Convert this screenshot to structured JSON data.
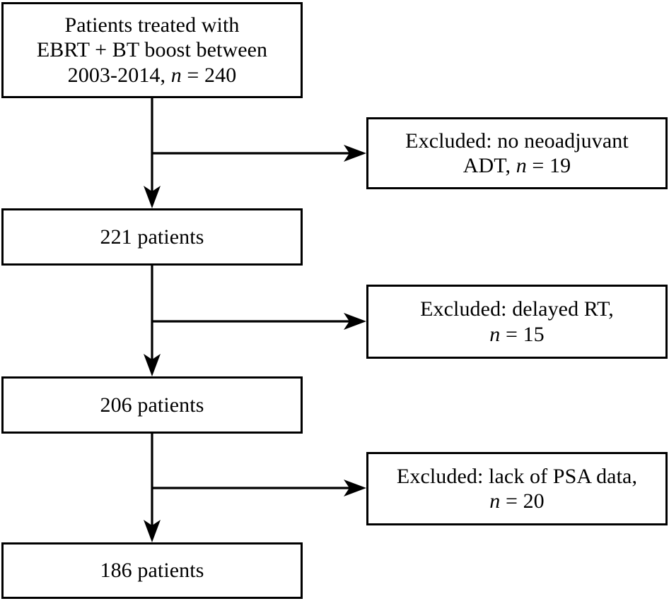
{
  "diagram": {
    "type": "patient-selection-flowchart",
    "orientation": "top-to-bottom",
    "background_color": "#ffffff",
    "line_color": "#000000",
    "box_border_color": "#000000",
    "box_fill_color": "#ffffff"
  },
  "nodes": {
    "cohort_initial": {
      "line1": "Patients treated with",
      "line2": "EBRT + BT boost between",
      "line3_prefix": "2003-2014, ",
      "line3_italic": "n",
      "line3_suffix": " = 240",
      "count": 240
    },
    "cohort_221": {
      "label": "221 patients",
      "count": 221
    },
    "cohort_206": {
      "label": "206 patients",
      "count": 206
    },
    "cohort_186": {
      "label": "186 patients",
      "count": 186
    }
  },
  "exclusions": {
    "no_neoadjuvant_adt": {
      "line1": "Excluded: no neoadjuvant",
      "line2_prefix": "ADT, ",
      "line2_italic": "n",
      "line2_suffix": " = 19",
      "count": 19
    },
    "delayed_rt": {
      "line1": "Excluded: delayed RT,",
      "line2_prefix": "",
      "line2_italic": "n",
      "line2_suffix": " = 15",
      "count": 15
    },
    "lack_of_psa_data": {
      "line1": "Excluded: lack of PSA data,",
      "line2_prefix": "",
      "line2_italic": "n",
      "line2_suffix": " = 20",
      "count": 20
    }
  },
  "chart_data": {
    "type": "flowchart",
    "title": "",
    "stages": [
      {
        "label": "Patients treated with EBRT + BT boost between 2003-2014",
        "n": 240
      },
      {
        "label": "221 patients",
        "n": 221
      },
      {
        "label": "206 patients",
        "n": 206
      },
      {
        "label": "186 patients",
        "n": 186
      }
    ],
    "exclusions": [
      {
        "after_stage": 0,
        "label": "Excluded: no neoadjuvant ADT",
        "n": 19
      },
      {
        "after_stage": 1,
        "label": "Excluded: delayed RT",
        "n": 15
      },
      {
        "after_stage": 2,
        "label": "Excluded: lack of PSA data",
        "n": 20
      }
    ]
  }
}
